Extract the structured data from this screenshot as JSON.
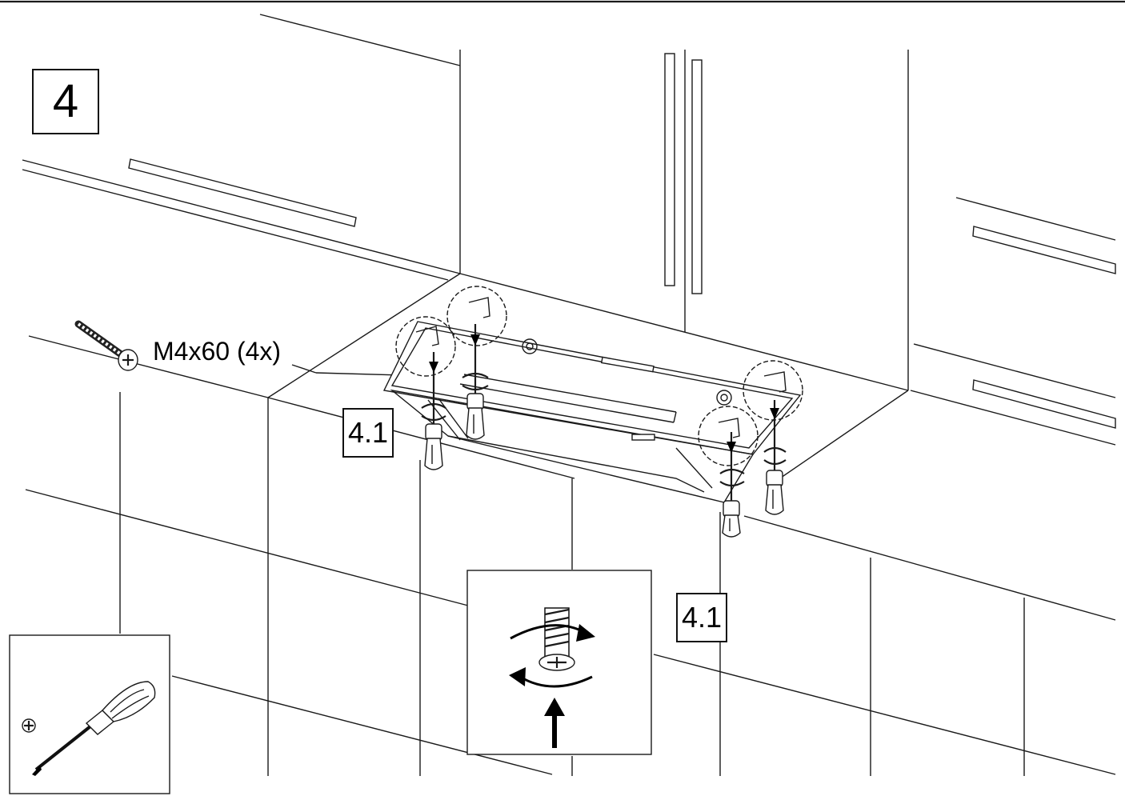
{
  "step": {
    "number": "4"
  },
  "screw": {
    "spec": "M4x60 (4x)"
  },
  "callouts": [
    {
      "label": "4.1"
    },
    {
      "label": "4.1"
    }
  ],
  "icons": {
    "screw": "screw-icon",
    "screwdriver": "screwdriver-icon",
    "rotate": "rotate-arrows-icon",
    "push_up": "arrow-up-icon"
  }
}
